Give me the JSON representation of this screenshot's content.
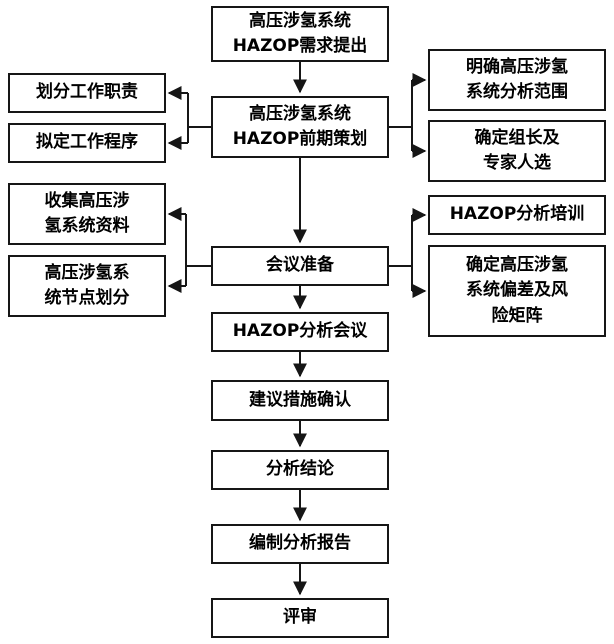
{
  "diagram": {
    "type": "flowchart",
    "language": "zh-CN",
    "boxes": {
      "req": {
        "label": "高压涉氢系统\nHAZOP需求提出"
      },
      "plan": {
        "label": "高压涉氢系统\nHAZOP前期策划"
      },
      "prep": {
        "label": "会议准备"
      },
      "meeting": {
        "label": "HAZOP分析会议"
      },
      "measures": {
        "label": "建议措施确认"
      },
      "concl": {
        "label": "分析结论"
      },
      "report": {
        "label": "编制分析报告"
      },
      "review": {
        "label": "评审"
      },
      "duty": {
        "label": "划分工作职责"
      },
      "proc": {
        "label": "拟定工作程序"
      },
      "collect": {
        "label": "收集高压涉\n氢系统资料"
      },
      "nodes": {
        "label": "高压涉氢系\n统节点划分"
      },
      "scope": {
        "label": "明确高压涉氢\n系统分析范围"
      },
      "leader": {
        "label": "确定组长及\n专家人选"
      },
      "train": {
        "label": "HAZOP分析培训"
      },
      "dev": {
        "label": "确定高压涉氢\n系统偏差及风\n险矩阵"
      }
    },
    "edges": [
      "req -> plan",
      "plan -> duty",
      "plan -> proc",
      "plan -> scope",
      "plan -> leader",
      "plan -> prep",
      "prep -> collect",
      "prep -> nodes",
      "prep -> train",
      "prep -> dev",
      "prep -> meeting",
      "meeting -> measures",
      "measures -> concl",
      "concl -> report",
      "report -> review"
    ],
    "line_color": "#161616"
  }
}
